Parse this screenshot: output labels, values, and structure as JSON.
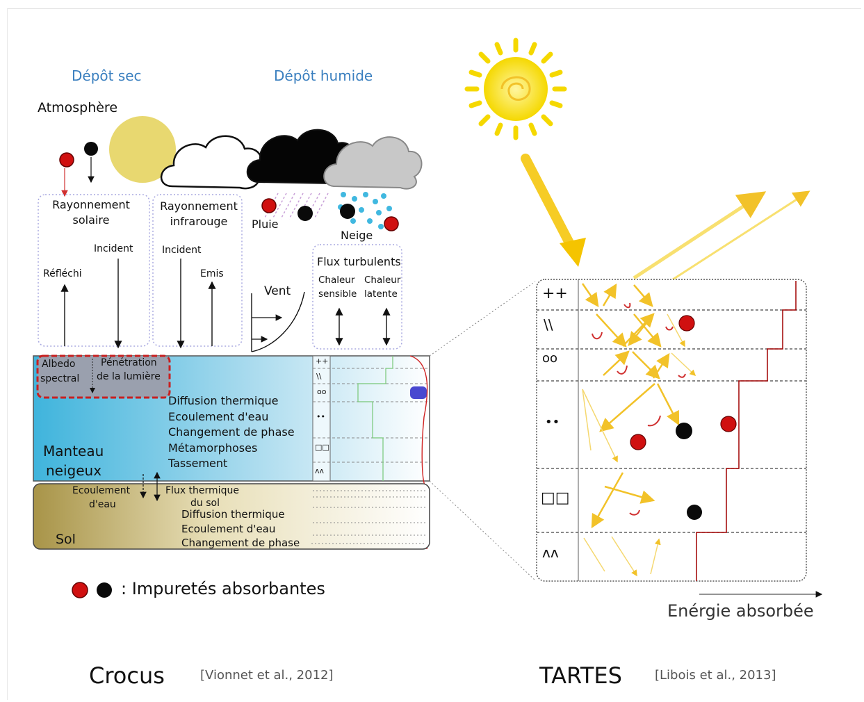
{
  "crocus": {
    "header_dry": "Dépôt sec",
    "header_wet": "Dépôt humide",
    "atmosphere": "Atmosphère",
    "solar": {
      "title_line1": "Rayonnement",
      "title_line2": "solaire",
      "incident": "Incident",
      "reflected": "Réfléchi"
    },
    "infrared": {
      "title_line1": "Rayonnement",
      "title_line2": "infrarouge",
      "incident": "Incident",
      "emitted": "Emis"
    },
    "rain": "Pluie",
    "snow": "Neige",
    "wind": "Vent",
    "turbulent": {
      "title": "Flux turbulents",
      "heat1_line1": "Chaleur",
      "heat1_line2": "sensible",
      "heat2_line1": "Chaleur",
      "heat2_line2": "latente"
    },
    "snowpack": {
      "albedo_line1": "Albedo",
      "albedo_line2": "spectral",
      "light_line1": "Pénétration",
      "light_line2": "de la lumière",
      "processes": [
        "Diffusion thermique",
        "Ecoulement d'eau",
        "Changement de phase",
        "Métamorphoses",
        "Tassement"
      ],
      "label_line1": "Manteau",
      "label_line2": "neigeux",
      "layer_symbols": [
        "++",
        "\\\\",
        "oo",
        "••",
        "□□",
        "ʌʌ"
      ]
    },
    "soil": {
      "flow_line1": "Ecoulement",
      "flow_line2": "d'eau",
      "flux_line1": "Flux thermique",
      "flux_line2": "du sol",
      "processes": [
        "Diffusion thermique",
        "Ecoulement d'eau",
        "Changement de phase"
      ],
      "label": "Sol"
    }
  },
  "legend": {
    "text": ": Impuretés absorbantes"
  },
  "tartes": {
    "layer_symbols": [
      "++",
      "\\\\",
      "oo",
      "••",
      "□□",
      "ʌʌ"
    ],
    "axis_label": "Enérgie absorbée"
  },
  "footer": {
    "left_title": "Crocus",
    "left_ref": "[Vionnet et al., 2012]",
    "right_title": "TARTES",
    "right_ref": "[Libois et al., 2013]"
  },
  "colors": {
    "blue_header": "#3a7fbf",
    "impurity_red": "#d01010",
    "impurity_black": "#0a0a0a",
    "sun_yellow": "#f5d800",
    "ray_yellow": "#f2c229",
    "snow_blue": "#40b8e0",
    "soil_brown": "#b09a4e",
    "red_dash": "#c82020",
    "profile_red": "#a00000"
  }
}
